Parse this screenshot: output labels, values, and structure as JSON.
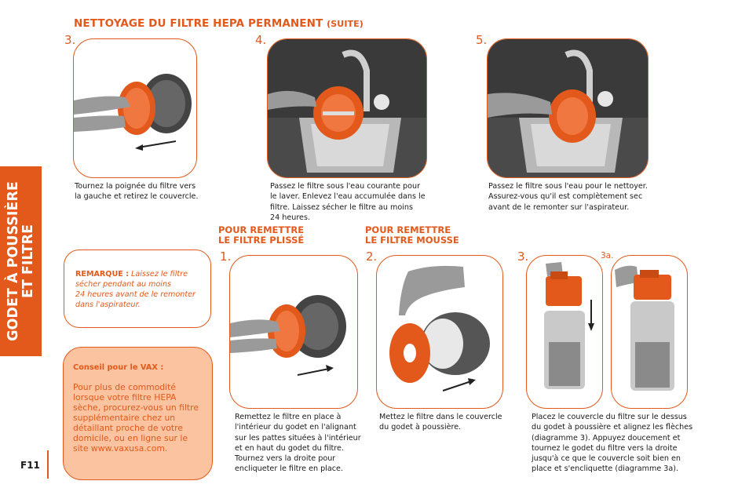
{
  "header": {
    "title": "NETTOYAGE DU FILTRE HEPA PERMANENT",
    "suite": "(SUITE)"
  },
  "sidebar": {
    "line1": "GODET À POUSSIÈRE",
    "line2": "ET FILTRE"
  },
  "cleaning_steps": [
    {
      "number": "3.",
      "caption": [
        "Tournez la poignée du filtre vers",
        "la gauche et retirez le couvercle."
      ]
    },
    {
      "number": "4.",
      "caption": [
        "Passez le filtre sous l'eau courante pour",
        "le laver. Enlevez l'eau accumulée dans le",
        "filtre. Laissez sécher le filtre au moins",
        "24 heures."
      ]
    },
    {
      "number": "5.",
      "caption": [
        "Passez le filtre sous l'eau pour le nettoyer.",
        "Assurez-vous qu'il est complètement sec",
        "avant de le remonter sur l'aspirateur."
      ]
    }
  ],
  "pleated": {
    "heading1": "POUR REMETTRE",
    "heading2": "LE FILTRE PLISSÉ",
    "number": "1.",
    "caption": [
      "Remettez le filtre en place à",
      "l'intérieur du godet en l'alignant",
      "sur les pattes situées à l'intérieur",
      "et en haut du godet du filtre.",
      "Tournez vers la droite pour",
      "encliqueter le filtre en place."
    ]
  },
  "foam": {
    "heading1": "POUR REMETTRE",
    "heading2": "LE FILTRE MOUSSE",
    "number": "2.",
    "caption": [
      "Mettez le filtre dans le couvercle",
      "du godet à poussière."
    ]
  },
  "lid": {
    "number": "3.",
    "sub_number": "3a.",
    "caption": [
      "Placez le couvercle du filtre sur le dessus",
      "du godet à poussière et alignez les flèches",
      "(diagramme 3). Appuyez doucement et",
      "tournez le godet du filtre vers la droite",
      "jusqu'à ce que le couvercle soit bien en",
      "place et s'encliquette (diagramme 3a)."
    ]
  },
  "note": {
    "label": "REMARQUE :",
    "lines": [
      "Laissez le filtre",
      "sécher pendant au moins",
      "24 heures avant de le remonter",
      "dans l'aspirateur."
    ]
  },
  "tip": {
    "title": "Conseil pour le VAX :",
    "lines": [
      "Pour plus de commodité",
      "lorsque votre filtre HEPA",
      "sèche, procurez-vous un filtre",
      "supplémentaire chez un",
      "détaillant proche de votre",
      "domicile, ou en ligne sur le",
      "site www.vaxusa.com."
    ]
  },
  "page_number": "F11",
  "colors": {
    "accent": "#e2591b",
    "tip_bg": "#fbc39f"
  }
}
